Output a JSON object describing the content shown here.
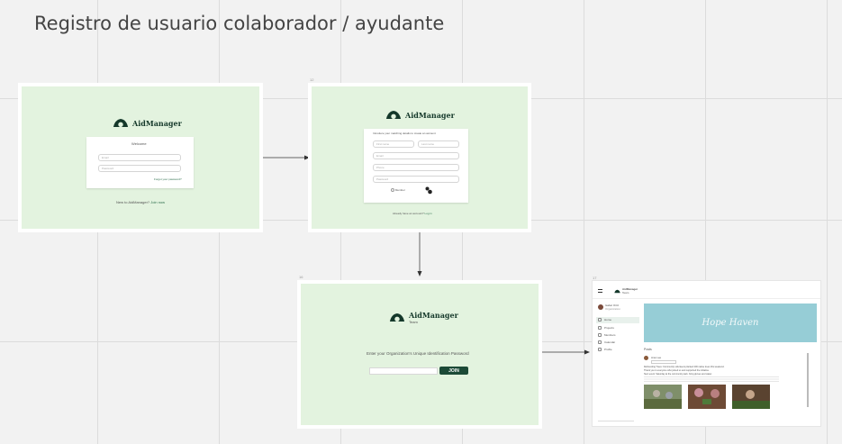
{
  "board": {
    "title": "Registro de usuario colaborador / ayudante"
  },
  "colors": {
    "screen_bg": "#e3f3df",
    "brand_dark": "#14382a",
    "button": "#1c4a37",
    "hero": "#96cdd6"
  },
  "brand": {
    "name": "AidManager",
    "sub_label": "Team"
  },
  "frames": {
    "login": {
      "label": "",
      "welcome": "Welcome",
      "email_placeholder": "Email",
      "password_placeholder": "Password",
      "forgot": "Forgot your password?",
      "footer_prefix": "New to AidManager?",
      "footer_link": "Join now"
    },
    "register": {
      "label": "12",
      "heading": "Introduce your matching details to create an account",
      "first_name": "First name",
      "last_name": "Last name",
      "email": "Email",
      "phone": "Phone",
      "password": "Password",
      "option_label": "Member",
      "footer_prefix": "Already have an account?",
      "footer_link": "Log in"
    },
    "join": {
      "label": "16",
      "prompt": "Enter your Organization's Unique Identification Password",
      "button": "JOIN"
    },
    "dashboard": {
      "label": "17",
      "brand_small": "AidManager",
      "team_small": "Team",
      "user_name": "Isabel Ortiz",
      "user_role": "Organization",
      "nav": [
        "Home",
        "Projects",
        "Members",
        "Calendar",
        "Profile"
      ],
      "hero_text": "Hope Haven",
      "section_title": "Posts",
      "post_author": "Ana Lee",
      "post_line_1": "Reforesting Trees: Community volunteers planted 200 native trees this weekend.",
      "post_line_2": "Thank you to everyone who joined us and supported the initiative.",
      "post_line_3": "Next event: Saturday at the community park, bring gloves and water."
    }
  }
}
